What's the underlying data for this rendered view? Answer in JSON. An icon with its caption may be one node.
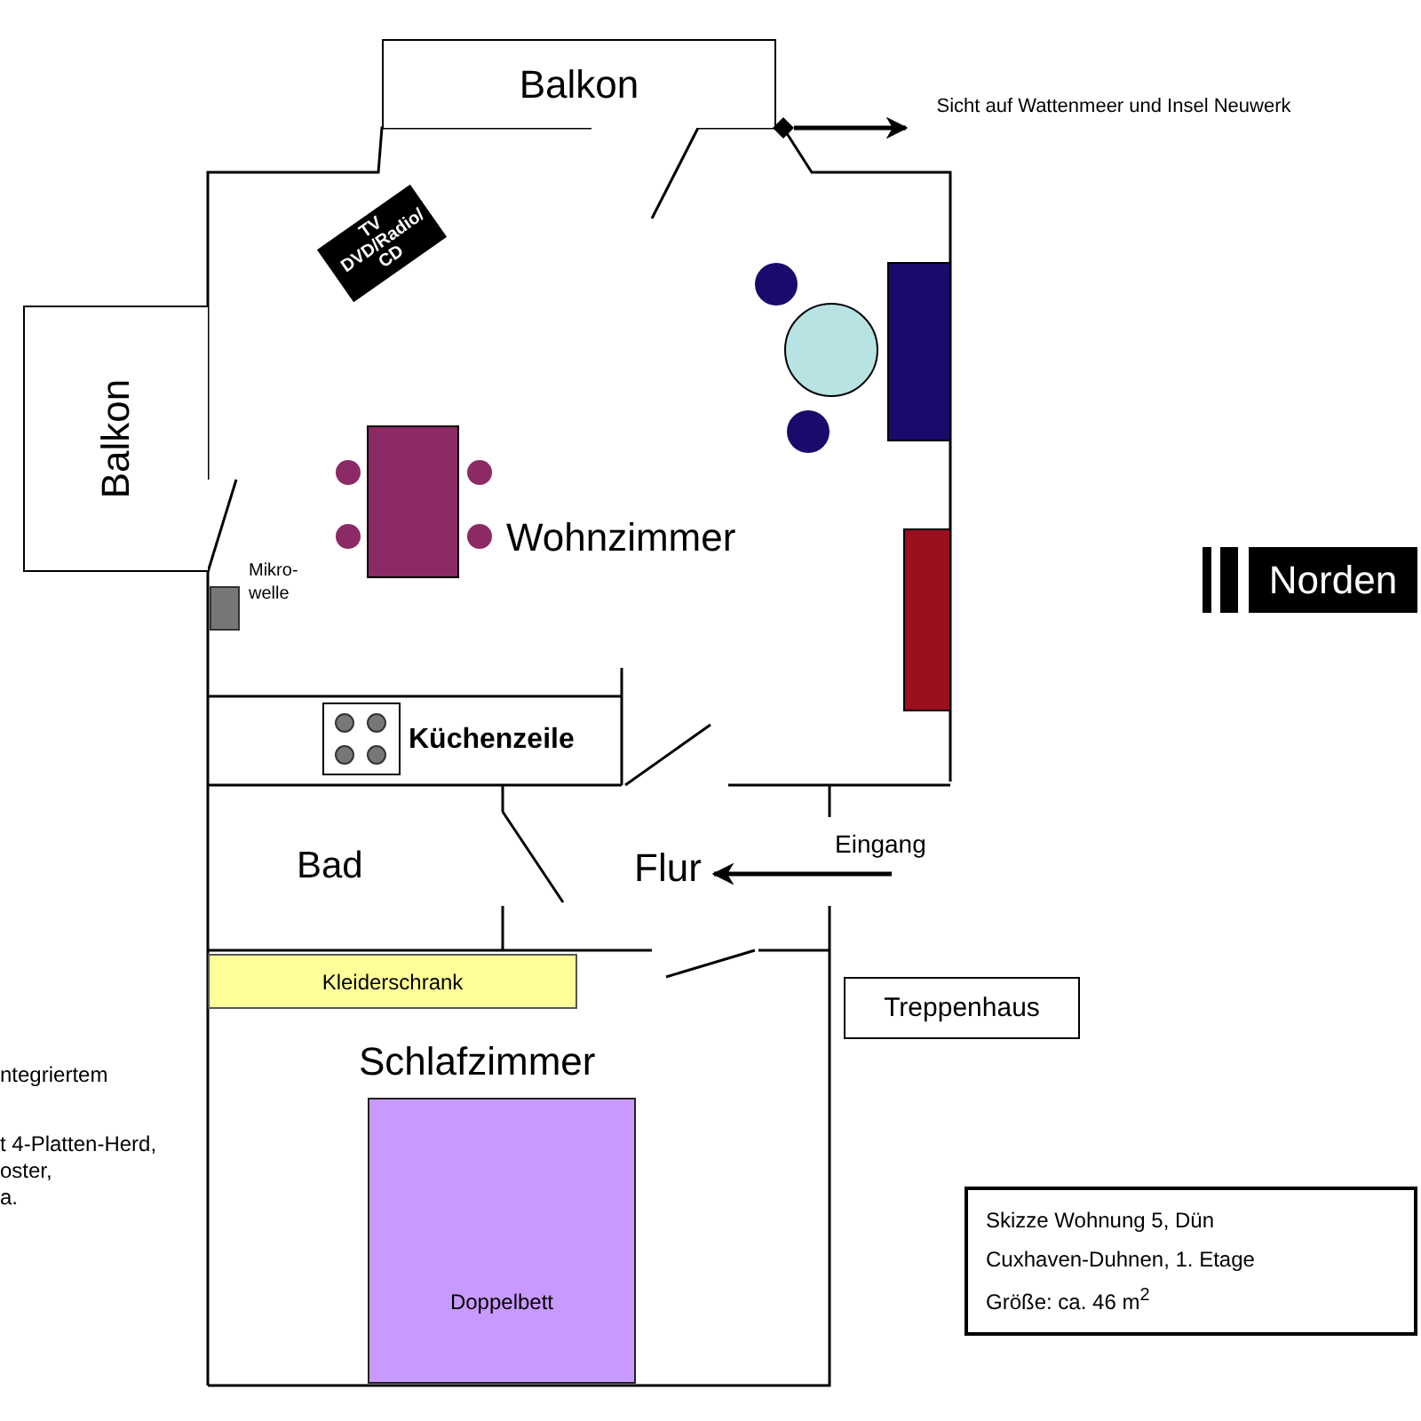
{
  "diagram": {
    "nodes": [
      {
        "text": [
          "Balkon"
        ]
      },
      {
        "text": [],
        "shape": "diamond"
      },
      {
        "text": [
          "Sicht auf Wattenmeer und Insel Neuwerk"
        ]
      },
      {
        "text": [
          "TV DVD/Radio/ CD"
        ]
      },
      {
        "text": [
          "Balkon"
        ]
      },
      {
        "text": [],
        "shape": "box",
        "beside": [
          "Mikro- welle"
        ]
      },
      {
        "text": [
          "Kleiderschrank"
        ]
      },
      {
        "text": [
          "Flur"
        ]
      },
      {
        "text": [
          "Treppenhaus"
        ]
      },
      {
        "text": [
          "Doppelbett"
        ]
      },
      {
        "text": [
          "Norden"
        ]
      },
      {
        "text": [
          "Skizze Wohnung 5, Dün",
          "Cuxhaven-Duhnen, 1. Etage",
          "Größe: ca. 46 m$^{2}$"
        ]
      }
    ],
    "edges": [
      {
        "from": 1,
        "to": 2,
        "arrow": "to"
      },
      {
        "from": null,
        "to": 7,
        "arrow": "to",
        "label": "Eingang"
      }
    ],
    "labels": [
      "Wohnzimmer",
      "Küchenzeile",
      "Bad",
      "Schlafzimmer",
      "ntegriertem",
      "t 4-Platten-Herd,",
      "oster,",
      "a."
    ]
  }
}
